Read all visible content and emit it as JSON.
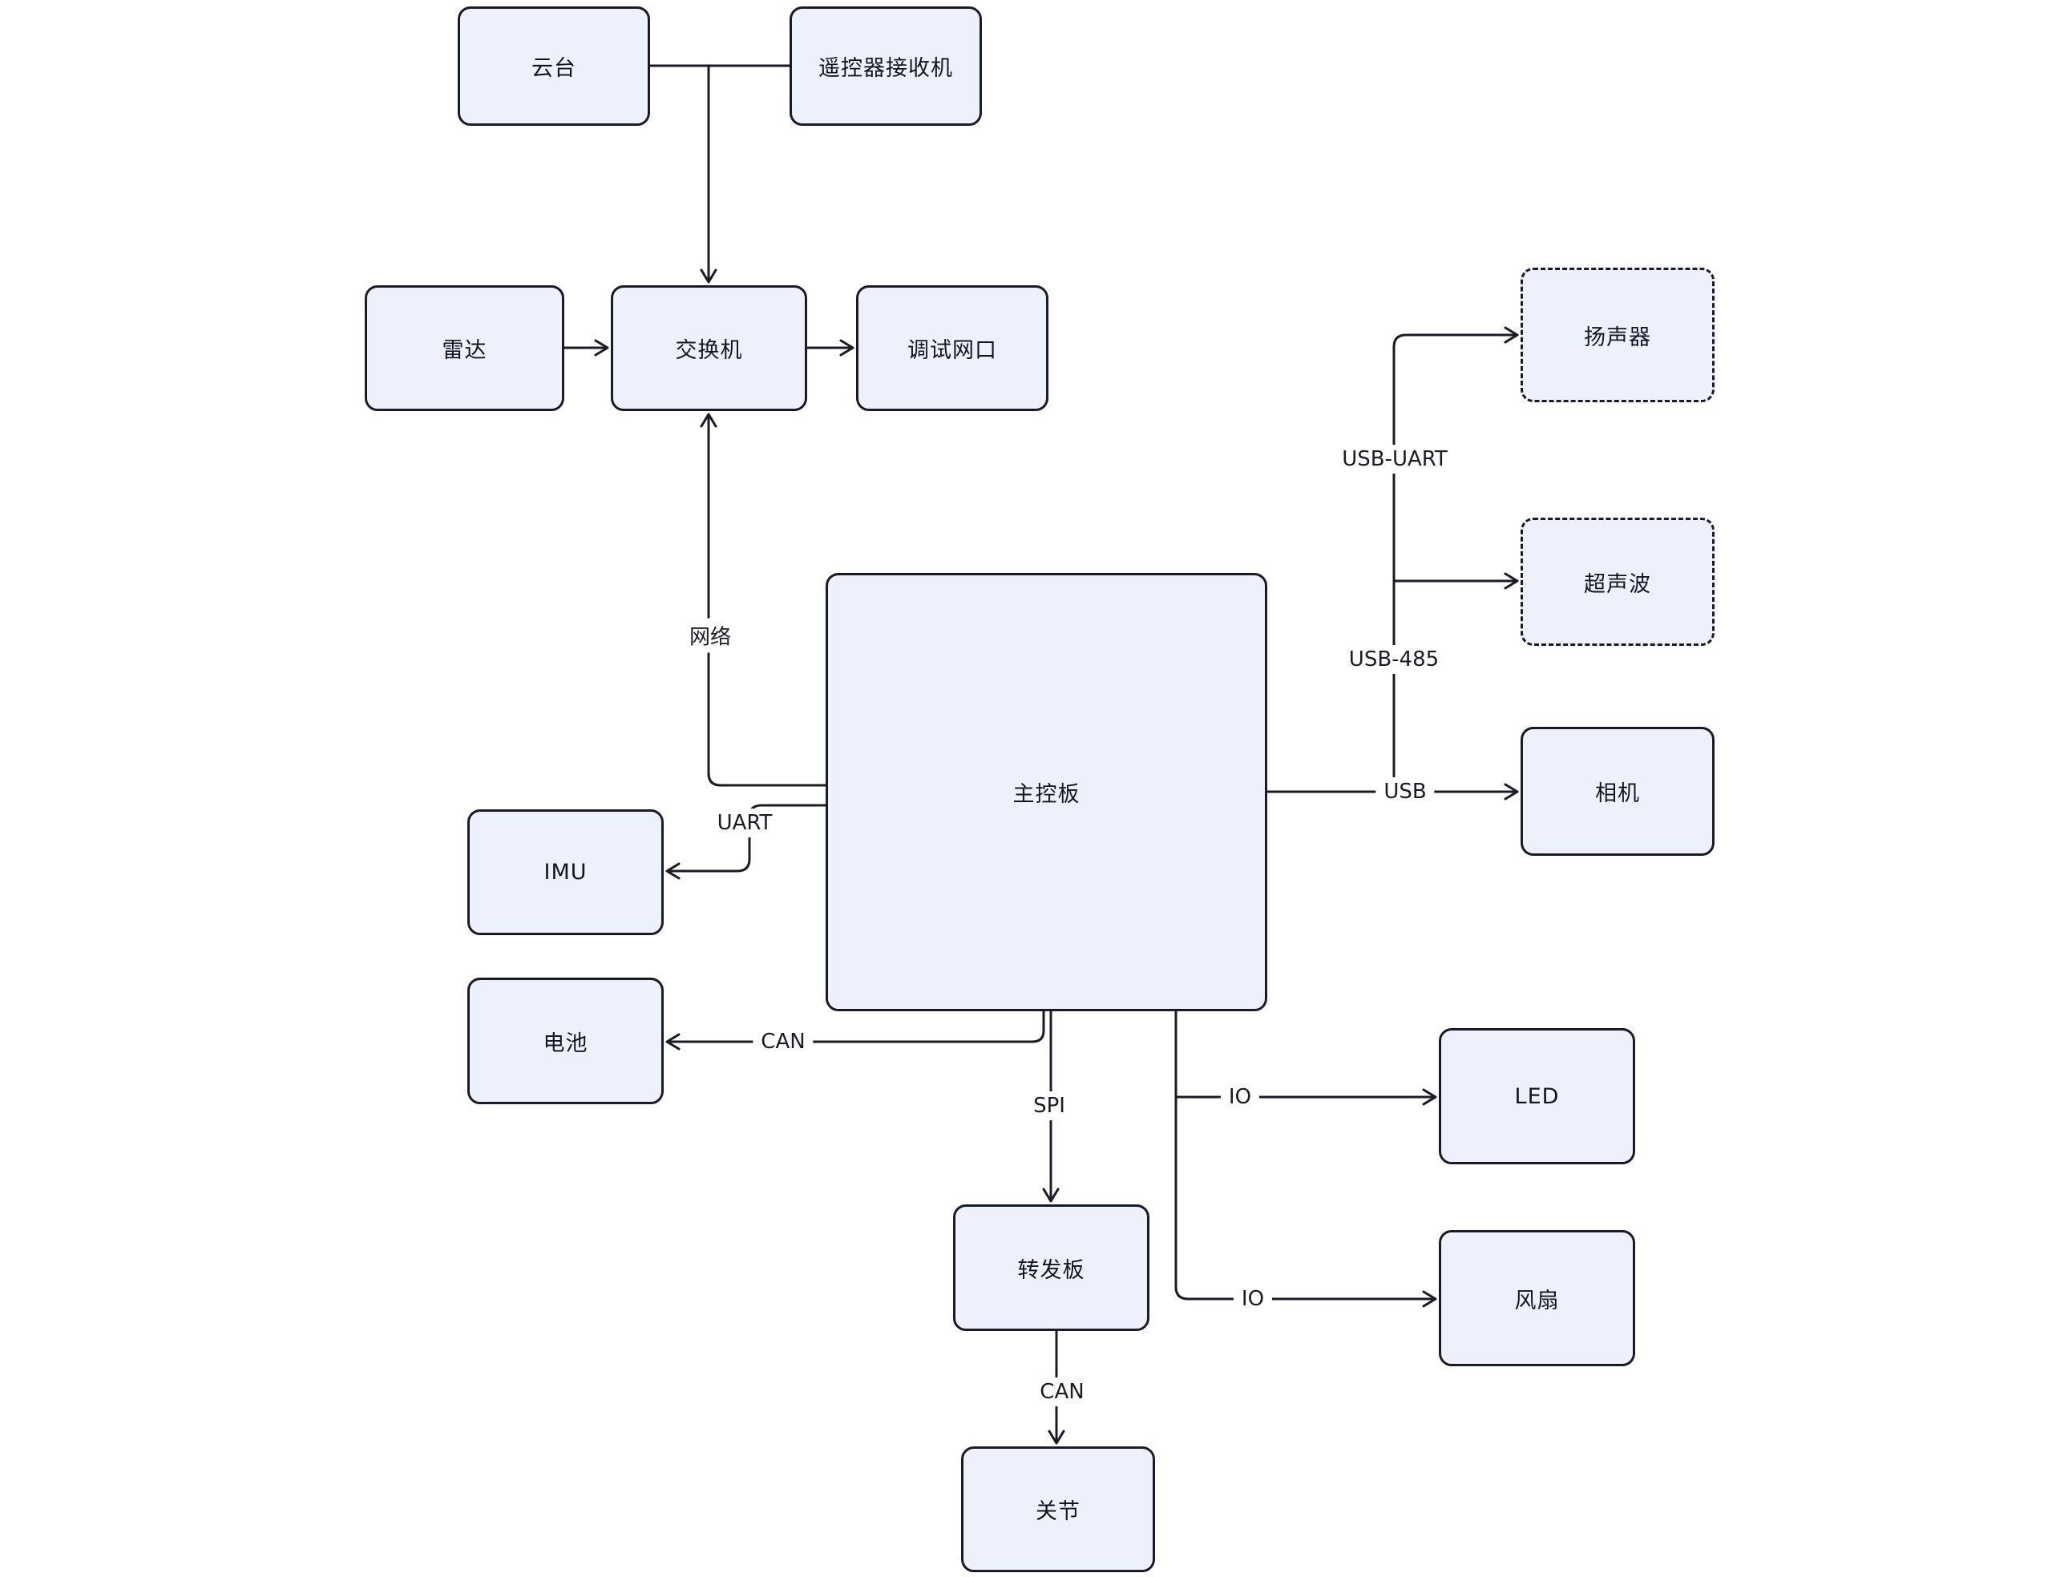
{
  "diagram": {
    "type": "block-diagram",
    "nodes": {
      "gimbal": {
        "label": "云台"
      },
      "remote_receiver": {
        "label": "遥控器接收机"
      },
      "radar": {
        "label": "雷达"
      },
      "switch": {
        "label": "交换机"
      },
      "debug_port": {
        "label": "调试网口"
      },
      "main_board": {
        "label": "主控板"
      },
      "imu": {
        "label": "IMU"
      },
      "battery": {
        "label": "电池"
      },
      "forward_board": {
        "label": "转发板"
      },
      "joint": {
        "label": "关节"
      },
      "speaker": {
        "label": "扬声器",
        "style": "dashed"
      },
      "ultrasonic": {
        "label": "超声波",
        "style": "dashed"
      },
      "camera": {
        "label": "相机"
      },
      "led": {
        "label": "LED"
      },
      "fan": {
        "label": "风扇"
      }
    },
    "edges": {
      "gimbal_switch": {
        "from": "gimbal",
        "to": "switch",
        "label": ""
      },
      "receiver_switch": {
        "from": "remote_receiver",
        "to": "switch",
        "label": ""
      },
      "radar_switch": {
        "from": "radar",
        "to": "switch",
        "label": ""
      },
      "switch_debug": {
        "from": "switch",
        "to": "debug_port",
        "label": ""
      },
      "mainboard_switch": {
        "from": "main_board",
        "to": "switch",
        "label": "网络"
      },
      "mainboard_imu": {
        "from": "main_board",
        "to": "imu",
        "label": "UART"
      },
      "mainboard_battery": {
        "from": "main_board",
        "to": "battery",
        "label": "CAN"
      },
      "mainboard_forward": {
        "from": "main_board",
        "to": "forward_board",
        "label": "SPI"
      },
      "forward_joint": {
        "from": "forward_board",
        "to": "joint",
        "label": "CAN"
      },
      "mainboard_camera": {
        "from": "main_board",
        "to": "camera",
        "label": "USB"
      },
      "mainboard_speaker": {
        "from": "main_board",
        "to": "speaker",
        "label": "USB-UART"
      },
      "mainboard_ultrasonic": {
        "from": "main_board",
        "to": "ultrasonic",
        "label": "USB-485"
      },
      "mainboard_led": {
        "from": "main_board",
        "to": "led",
        "label": "IO"
      },
      "mainboard_fan": {
        "from": "main_board",
        "to": "fan",
        "label": "IO"
      }
    },
    "colors": {
      "node_fill": "#edf1fc",
      "node_border": "#1b1b27",
      "edge": "#1b1b27",
      "background": "#ffffff",
      "text": "#151522"
    }
  }
}
